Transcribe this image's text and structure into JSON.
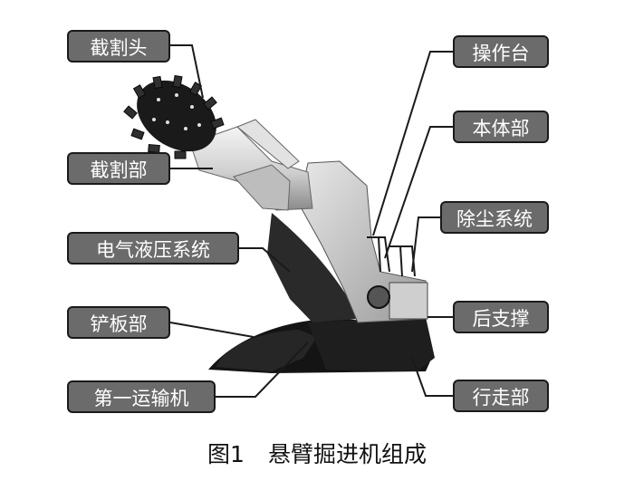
{
  "labels": {
    "cutting_head": "截割头",
    "cutting_unit": "截割部",
    "hydraulic_system": "电气液压系统",
    "shovel_plate": "铲板部",
    "first_conveyor": "第一运输机",
    "operator_station": "操作台",
    "main_body": "本体部",
    "dust_removal": "除尘系统",
    "rear_support": "后支撑",
    "crawler_unit": "行走部"
  },
  "caption": {
    "figure_number": "图1",
    "title": "悬臂掘进机组成"
  },
  "colors": {
    "label_fill": "#6b6b6b",
    "label_border": "#1a1a1a",
    "leader_line": "#1a1a1a",
    "machine_dark": "#1b1b1b",
    "machine_light": "#dcdcdc"
  }
}
